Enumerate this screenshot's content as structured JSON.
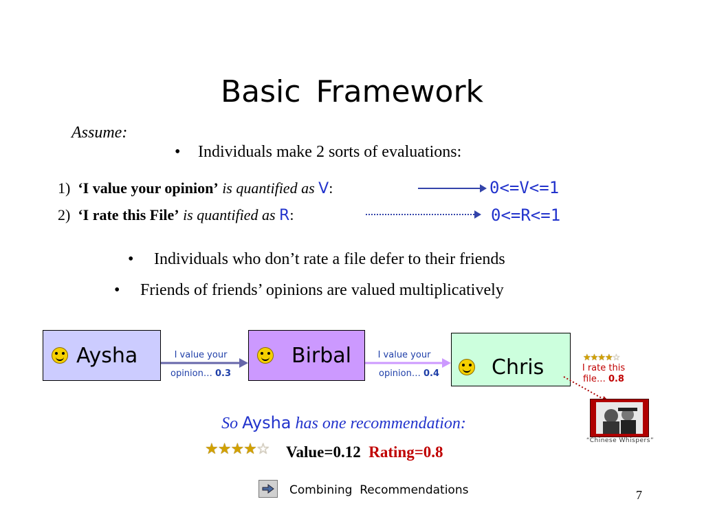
{
  "slide": {
    "title": "Basic  Framework",
    "assume": "Assume:",
    "bullets": [
      "Individuals make 2 sorts of evaluations:",
      "Individuals who don’t rate a file  defer to their friends",
      "Friends of friends’ opinions are valued multiplicatively"
    ],
    "evaluations": [
      {
        "num": "1)",
        "quote": "‘I value your opinion’",
        "mid": " is quantified as ",
        "var": "V",
        "colon": ":",
        "range": "0<=V<=1"
      },
      {
        "num": "2)",
        "quote": "‘I rate this File’",
        "mid": " is quantified as ",
        "var": "R",
        "colon": ":",
        "range": "0<=R<=1"
      }
    ]
  },
  "diagram": {
    "nodes": [
      {
        "name": "Aysha",
        "color": "#ccccff"
      },
      {
        "name": "Birbal",
        "color": "#cc99ff"
      },
      {
        "name": "Chris",
        "color": "#ccffdd"
      }
    ],
    "edges": [
      {
        "label": "I value your",
        "label2": "opinion… ",
        "value": "0.3",
        "color": "#6666aa"
      },
      {
        "label": "I value your",
        "label2": "opinion… ",
        "value": "0.4",
        "color": "#cc99ff"
      }
    ],
    "rating": {
      "label": "I rate this",
      "label2": "file… ",
      "value": "0.8",
      "stars": "★★★★",
      "star_empty": "☆"
    },
    "file_caption": "“Chinese Whispers”"
  },
  "recommendation": {
    "so": "So ",
    "who": "Aysha",
    "rest": " has one recommendation:",
    "stars": "★★★★",
    "star_empty": "☆",
    "value_text": "Value=0.12",
    "rating_text": "Rating=0.8"
  },
  "footer": {
    "nav_icon": "arrow-right-icon",
    "text": "Combining  Recommendations",
    "page": "7"
  }
}
